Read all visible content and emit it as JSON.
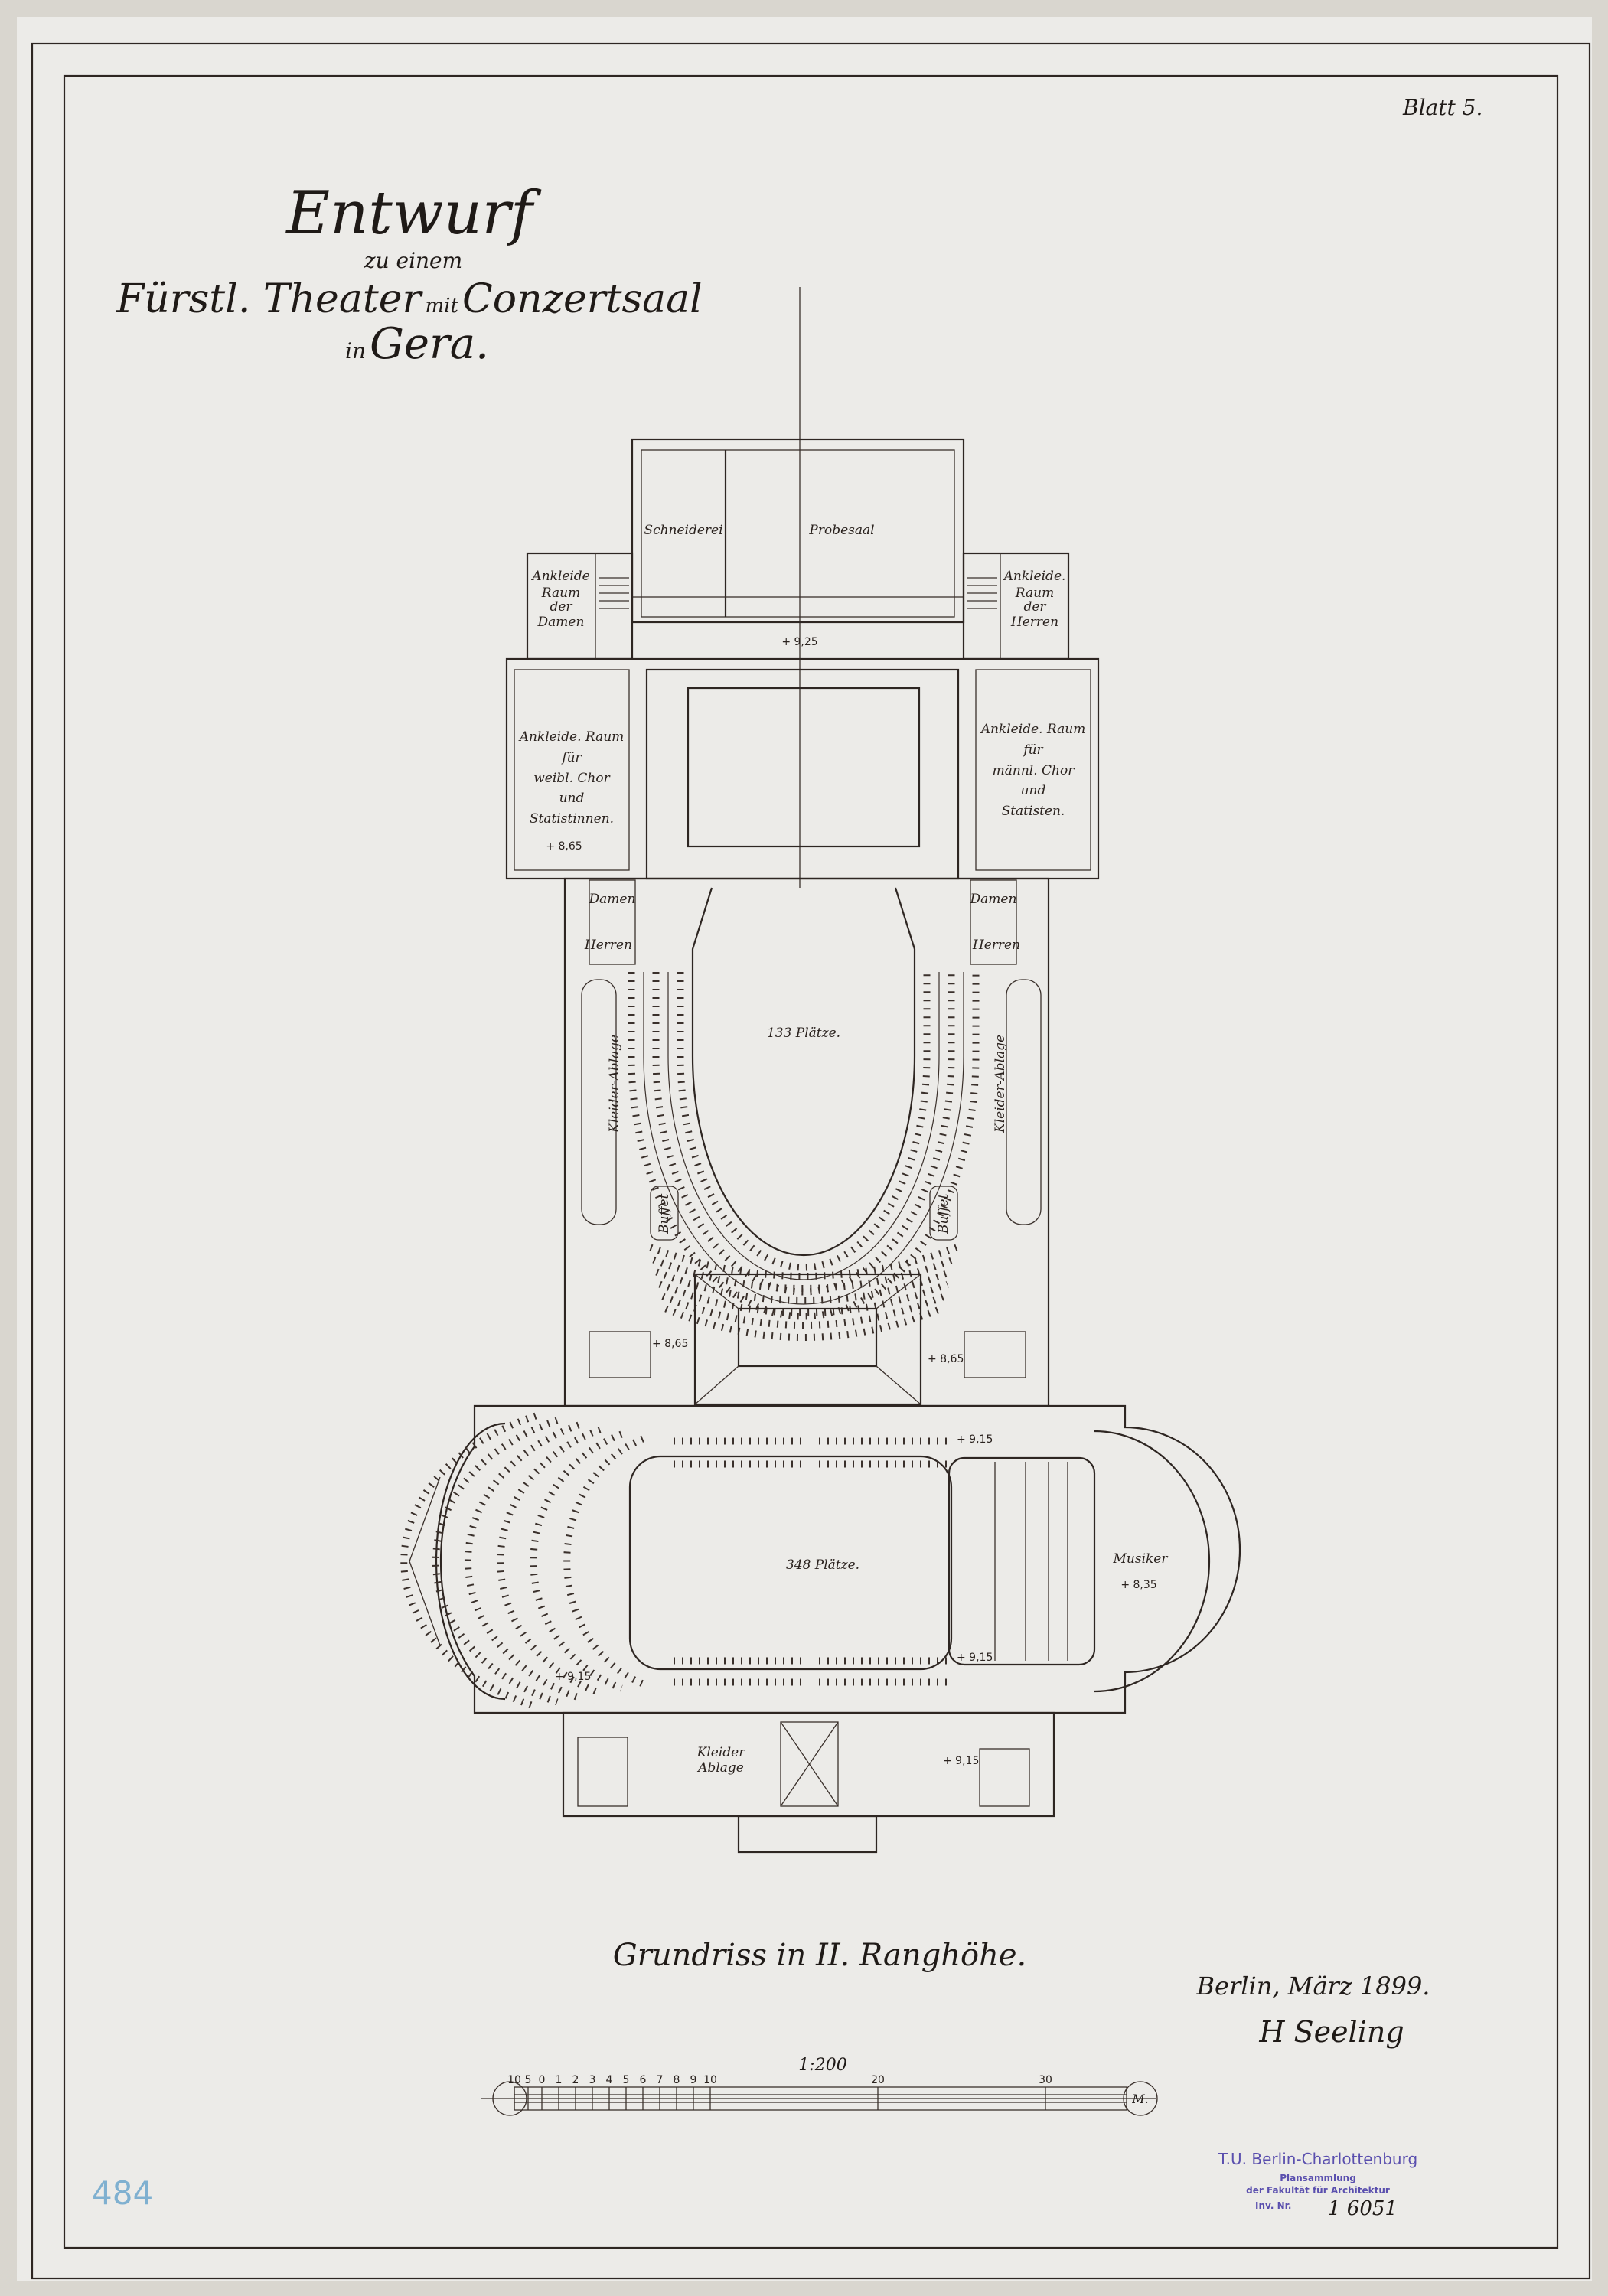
{
  "sheet": {
    "sheet_number": "Blatt 5.",
    "title": {
      "line1": "Entwurf",
      "line2": "zu einem",
      "line3a": "Fürstl. Theater",
      "line3b": "mit",
      "line3c": "Conzertsaal",
      "line4a": "in",
      "line4b": "Gera."
    },
    "plan_caption": "Grundriss in II. Ranghöhe.",
    "place_date": "Berlin, März 1899.",
    "signature": "H Seeling",
    "pencil_note": "484"
  },
  "rooms": {
    "schneiderei": "Schneiderei",
    "probesaal": "Probesaal",
    "ankleide_damen": [
      "Ankleide",
      "Raum",
      "der",
      "Damen"
    ],
    "ankleide_herren": [
      "Ankleide.",
      "Raum",
      "der",
      "Herren"
    ],
    "ankleide_weibl": [
      "Ankleide. Raum",
      "für",
      "weibl. Chor",
      "und",
      "Statistinnen."
    ],
    "ankleide_maennl": [
      "Ankleide. Raum",
      "für",
      "männl. Chor",
      "und",
      "Statisten."
    ],
    "damen": "Damen",
    "herren": "Herren",
    "kleider_ablage": "Kleider-Ablage",
    "buffet": "Buffet",
    "theater_seats": "133 Plätze.",
    "concert_seats": "348 Plätze.",
    "musiker": "Musiker",
    "kleider_ablage_entrance": [
      "Kleider",
      "Ablage"
    ]
  },
  "levels": {
    "probe": "+ 9,25",
    "ankleide": "+ 8,65",
    "stair_left": "+ 8,65",
    "stair_right": "+ 8,65",
    "hall_top": "+ 9,15",
    "hall_bottom_right": "+ 9,15",
    "hall_bottom_left": "+ 9,15",
    "entrance": "+ 9,15",
    "musiker": "+ 8,35"
  },
  "scale_bar": {
    "ratio": "1:200",
    "ticks": [
      "10",
      "5",
      "0",
      "1",
      "2",
      "3",
      "4",
      "5",
      "6",
      "7",
      "8",
      "9",
      "10",
      "20",
      "30"
    ],
    "unit": "M."
  },
  "stamp": {
    "line1": "T.U. Berlin-Charlottenburg",
    "line2": "Plansammlung",
    "line3": "der Fakultät für Architektur",
    "inv_label": "Inv. Nr.",
    "inv_number": "1 6051"
  },
  "colors": {
    "paper": "#ecebe8",
    "ink": "#2e2622",
    "stamp": "#5a4fae",
    "inv_ink": "#2b4fa8"
  }
}
